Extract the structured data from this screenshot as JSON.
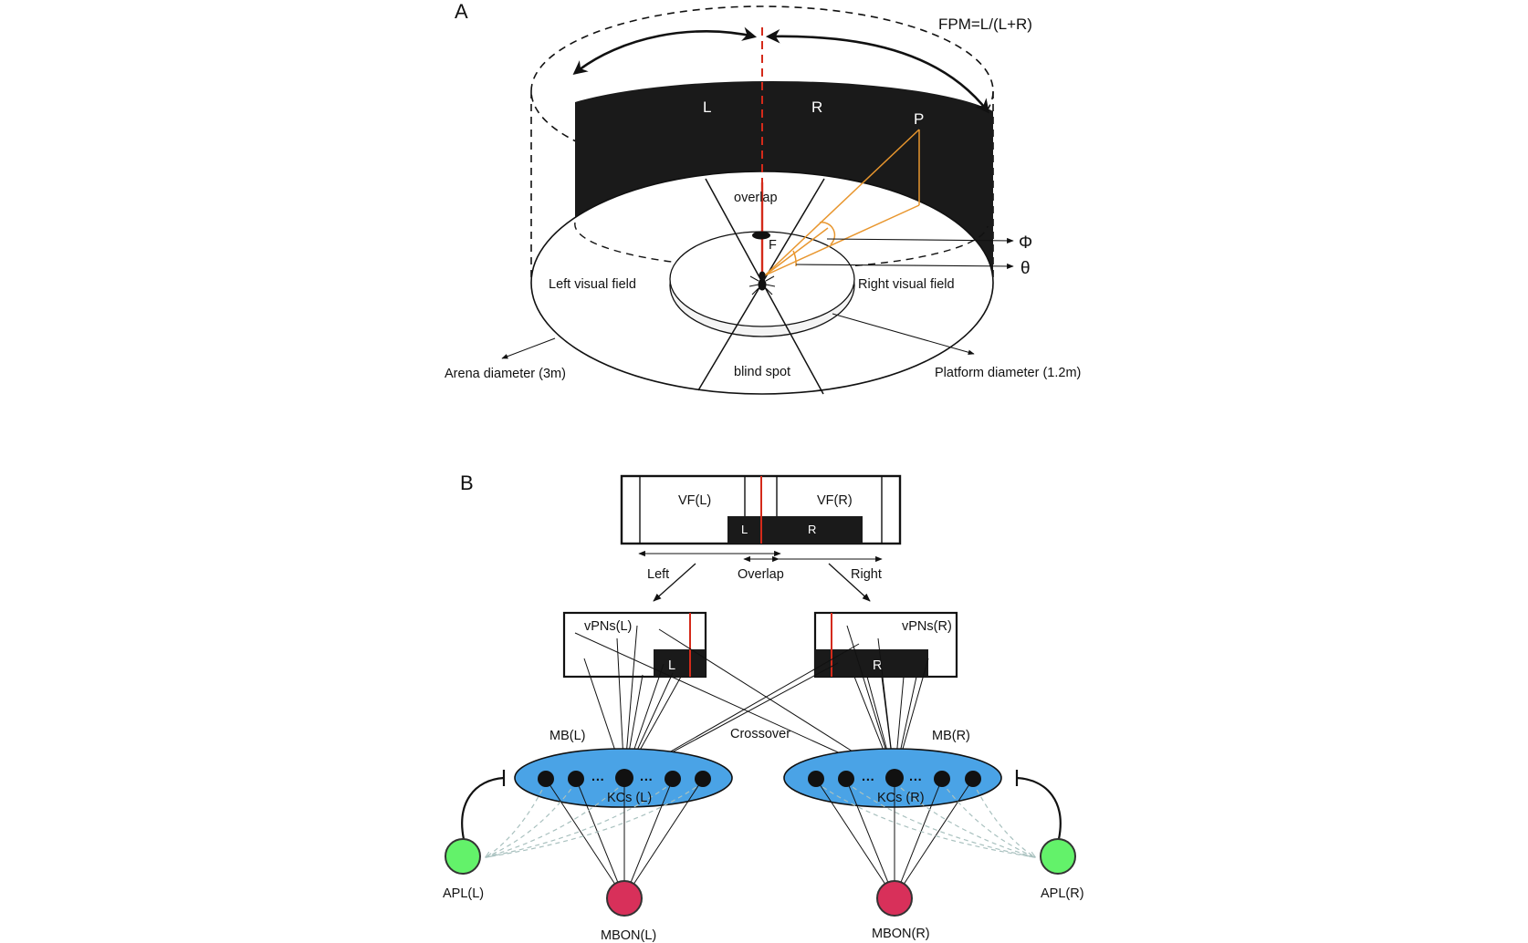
{
  "panel_a": {
    "letter": "A",
    "formula": "FPM=L/(L+R)",
    "wall_left": "L",
    "wall_right": "R",
    "point": "P",
    "overlap": "overlap",
    "fixation": "F",
    "phi": "Φ",
    "theta": "θ",
    "left_field": "Left visual field",
    "right_field": "Right visual field",
    "blind_spot": "blind spot",
    "arena_diameter": "Arena diameter (3m)",
    "platform_diameter": "Platform diameter (1.2m)"
  },
  "panel_b": {
    "letter": "B",
    "vf_left": "VF(L)",
    "vf_right": "VF(R)",
    "bar_left": "L",
    "bar_right": "R",
    "arrow_left": "Left",
    "arrow_overlap": "Overlap",
    "arrow_right": "Right",
    "vpns_left": "vPNs(L)",
    "vpns_right": "vPNs(R)",
    "vpn_bar_left": "L",
    "vpn_bar_right": "R",
    "mb_left": "MB(L)",
    "mb_right": "MB(R)",
    "crossover": "Crossover",
    "kcs_left": "KCs (L)",
    "kcs_right": "KCs (R)",
    "kc_ellipsis": "···",
    "apl_left": "APL(L)",
    "apl_right": "APL(R)",
    "mbon_left": "MBON(L)",
    "mbon_right": "MBON(R)"
  },
  "colors": {
    "wall": "#1a1a1a",
    "fixation_line": "#d42a1a",
    "angle_lines": "#e8962e",
    "mb_fill": "#4aa3e6",
    "apl_fill": "#63f26a",
    "mbon_fill": "#d8305a",
    "apl_inhibit_dash": "#a9c1bf"
  }
}
